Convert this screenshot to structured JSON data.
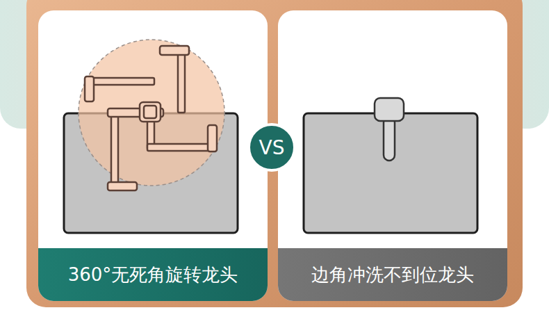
{
  "diagram": {
    "nodes": [
      {
        "text": [
          "360°无死角旋转龙头"
        ]
      },
      {
        "text": [
          "VS"
        ]
      },
      {
        "text": [
          "边角冲洗不到位龙头"
        ]
      }
    ]
  }
}
